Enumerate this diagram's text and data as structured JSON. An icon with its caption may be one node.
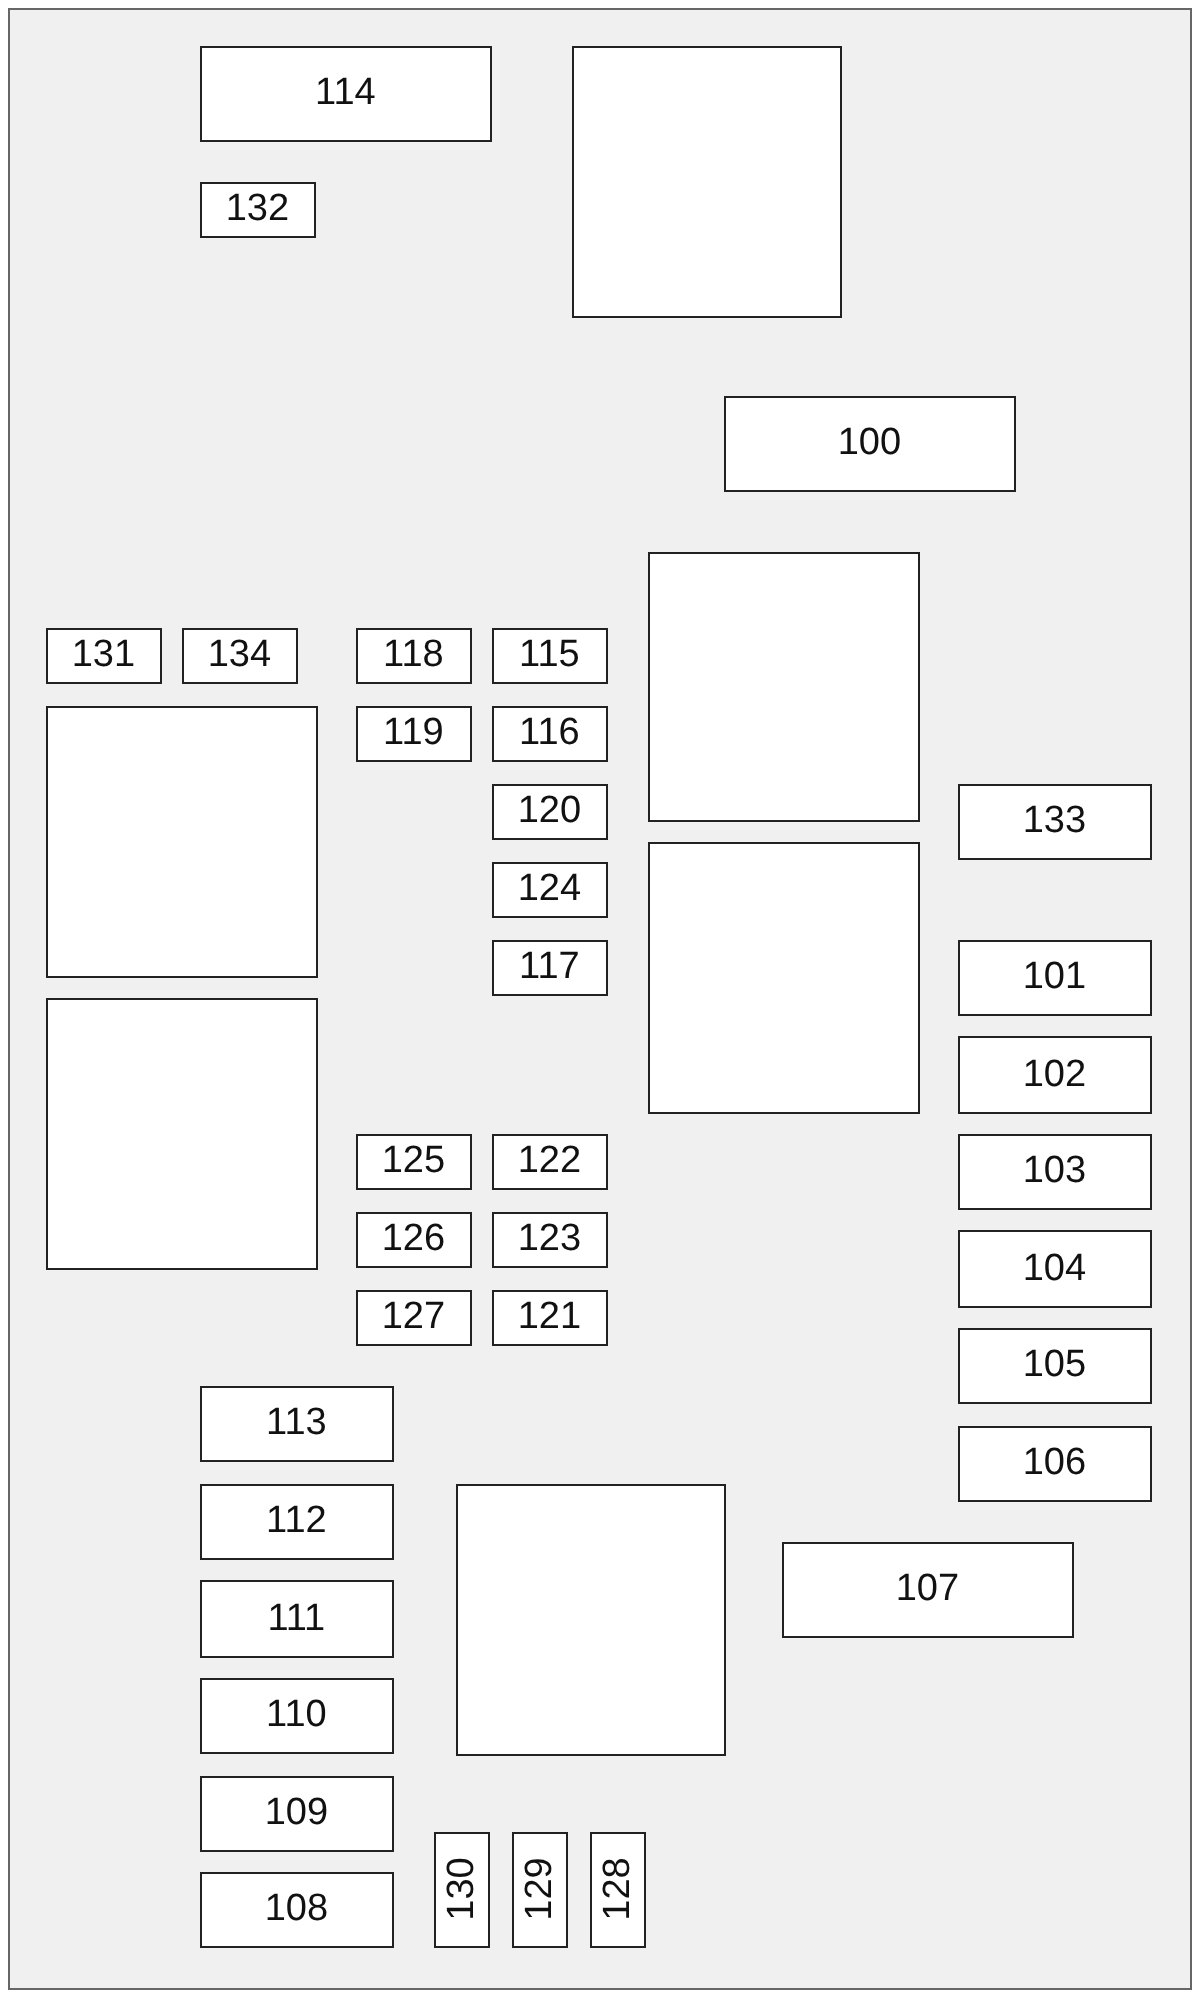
{
  "diagram": {
    "nodes": [
      {
        "text": [],
        "shape": "box"
      },
      {
        "text": [
          "114"
        ],
        "in": 0
      },
      {
        "text": [],
        "shape": "box",
        "in": 0
      },
      {
        "text": [
          "132"
        ],
        "in": 0
      },
      {
        "text": [
          "100"
        ],
        "in": 0
      },
      {
        "text": [],
        "shape": "box",
        "in": 0
      },
      {
        "text": [
          "131"
        ],
        "in": 0
      },
      {
        "text": [
          "134"
        ],
        "in": 0
      },
      {
        "text": [
          "118"
        ],
        "in": 0
      },
      {
        "text": [
          "115"
        ],
        "in": 0
      },
      {
        "text": [],
        "shape": "box",
        "in": 0
      },
      {
        "text": [
          "119"
        ],
        "in": 0
      },
      {
        "text": [
          "116"
        ],
        "in": 0
      },
      {
        "text": [
          "133"
        ],
        "in": 0
      },
      {
        "text": [
          "120"
        ],
        "in": 0
      },
      {
        "text": [],
        "shape": "box",
        "in": 0
      },
      {
        "text": [
          "124"
        ],
        "in": 0
      },
      {
        "text": [
          "101"
        ],
        "in": 0
      },
      {
        "text": [
          "117"
        ],
        "in": 0
      },
      {
        "text": [],
        "shape": "box",
        "in": 0
      },
      {
        "text": [
          "102"
        ],
        "in": 0
      },
      {
        "text": [
          "125"
        ],
        "in": 0
      },
      {
        "text": [
          "122"
        ],
        "in": 0
      },
      {
        "text": [
          "103"
        ],
        "in": 0
      },
      {
        "text": [
          "126"
        ],
        "in": 0
      },
      {
        "text": [
          "123"
        ],
        "in": 0
      },
      {
        "text": [
          "104"
        ],
        "in": 0
      },
      {
        "text": [
          "127"
        ],
        "in": 0
      },
      {
        "text": [
          "121"
        ],
        "in": 0
      },
      {
        "text": [
          "105"
        ],
        "in": 0
      },
      {
        "text": [
          "113"
        ],
        "in": 0
      },
      {
        "text": [
          "106"
        ],
        "in": 0
      },
      {
        "text": [],
        "shape": "box",
        "in": 0
      },
      {
        "text": [
          "112"
        ],
        "in": 0
      },
      {
        "text": [
          "107"
        ],
        "in": 0
      },
      {
        "text": [
          "111"
        ],
        "in": 0
      },
      {
        "text": [
          "110"
        ],
        "in": 0
      },
      {
        "text": [
          "109"
        ],
        "in": 0
      },
      {
        "text": [
          "130"
        ],
        "in": 0
      },
      {
        "text": [
          "129"
        ],
        "in": 0
      },
      {
        "text": [
          "128"
        ],
        "in": 0
      },
      {
        "text": [
          "108"
        ],
        "in": 0
      }
    ]
  }
}
